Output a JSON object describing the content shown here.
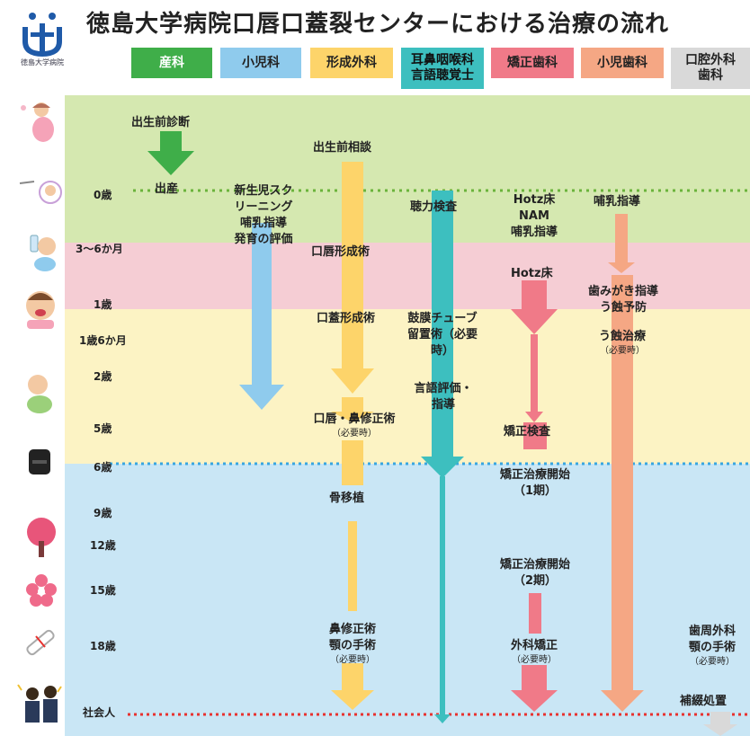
{
  "title": "徳島大学病院口唇口蓋裂センターにおける治療の流れ",
  "logo_text": "徳島大学病院",
  "colors": {
    "band_green": "#d5e8b0",
    "band_pink": "#f5cdd4",
    "band_yellow": "#fcf3c4",
    "band_blue": "#c9e6f5",
    "dept_obstetrics": "#3fae49",
    "dept_pediatrics": "#8fcbed",
    "dept_plastic": "#fdd46a",
    "dept_ent": "#3dbfbf",
    "dept_ortho": "#f07a88",
    "dept_pedo": "#f5a784",
    "dept_oral": "#d9d9d9",
    "line_green": "#6bb33c",
    "line_blue": "#39a6e0",
    "line_red": "#e8322f"
  },
  "departments": [
    {
      "label": "産科"
    },
    {
      "label": "小児科"
    },
    {
      "label": "形成外科"
    },
    {
      "label": "耳鼻咽喉科\n言語聴覚士"
    },
    {
      "label": "矯正歯科"
    },
    {
      "label": "小児歯科"
    },
    {
      "label": "口腔外科\n歯科"
    }
  ],
  "ages": [
    {
      "label": "0歳"
    },
    {
      "label": "3〜6か月"
    },
    {
      "label": "1歳"
    },
    {
      "label": "1歳6か月"
    },
    {
      "label": "2歳"
    },
    {
      "label": "5歳"
    },
    {
      "label": "6歳"
    },
    {
      "label": "9歳"
    },
    {
      "label": "12歳"
    },
    {
      "label": "15歳"
    },
    {
      "label": "18歳"
    },
    {
      "label": "社会人"
    }
  ],
  "events": {
    "obstetrics": {
      "prenatal_diagnosis": "出生前診断",
      "birth": "出産"
    },
    "pediatrics": {
      "newborn": "新生児スク\nリーニング\n哺乳指導\n発育の評価"
    },
    "plastic": {
      "prenatal_consult": "出生前相談",
      "lip_surgery": "口唇形成術",
      "palate_surgery": "口蓋形成術",
      "lip_nose": "口唇・鼻修正術",
      "lip_nose_sub": "（必要時）",
      "bone_graft": "骨移植",
      "nose_jaw": "鼻修正術\n顎の手術",
      "nose_jaw_sub": "（必要時）"
    },
    "ent": {
      "hearing": "聴力検査",
      "tube": "鼓膜チューブ\n留置術（必要\n時）",
      "speech": "言語評価・\n指導"
    },
    "ortho": {
      "hotz_nam": "Hotz床\nNAM\n哺乳指導",
      "hotz": "Hotz床",
      "exam": "矯正検査",
      "phase1": "矯正治療開始\n（1期）",
      "phase2": "矯正治療開始\n（2期）",
      "surgical": "外科矯正",
      "surgical_sub": "（必要時）"
    },
    "pedo": {
      "feeding": "哺乳指導",
      "brushing": "歯みがき指導\nう蝕予防",
      "caries": "う蝕治療",
      "caries_sub": "（必要時）"
    },
    "oral": {
      "perio_jaw": "歯周外科\n顎の手術",
      "perio_jaw_sub": "（必要時）",
      "prosth": "補綴処置"
    }
  }
}
